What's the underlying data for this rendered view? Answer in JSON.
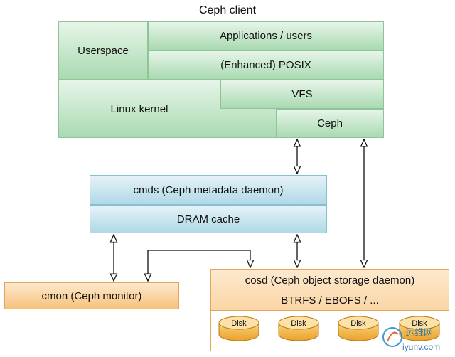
{
  "title": "Ceph client",
  "client": {
    "userspace": "Userspace",
    "applications": "Applications / users",
    "posix": "(Enhanced) POSIX",
    "linux_kernel": "Linux kernel",
    "vfs": "VFS",
    "ceph": "Ceph"
  },
  "cmds": {
    "title": "cmds (Ceph metadata daemon)",
    "cache": "DRAM cache"
  },
  "cmon": {
    "title": "cmon (Ceph monitor)"
  },
  "cosd": {
    "title": "cosd (Ceph object storage daemon)",
    "fs": "BTRFS / EBOFS / ...",
    "disks": [
      "Disk",
      "Disk",
      "Disk",
      "Disk"
    ]
  },
  "watermark": {
    "name": "运维网",
    "url": "iyunv.com"
  },
  "colors": {
    "client": "#a9dab1",
    "cmds": "#b0d8e6",
    "daemon": "#f7c27b",
    "disk": "#f4b63f"
  }
}
